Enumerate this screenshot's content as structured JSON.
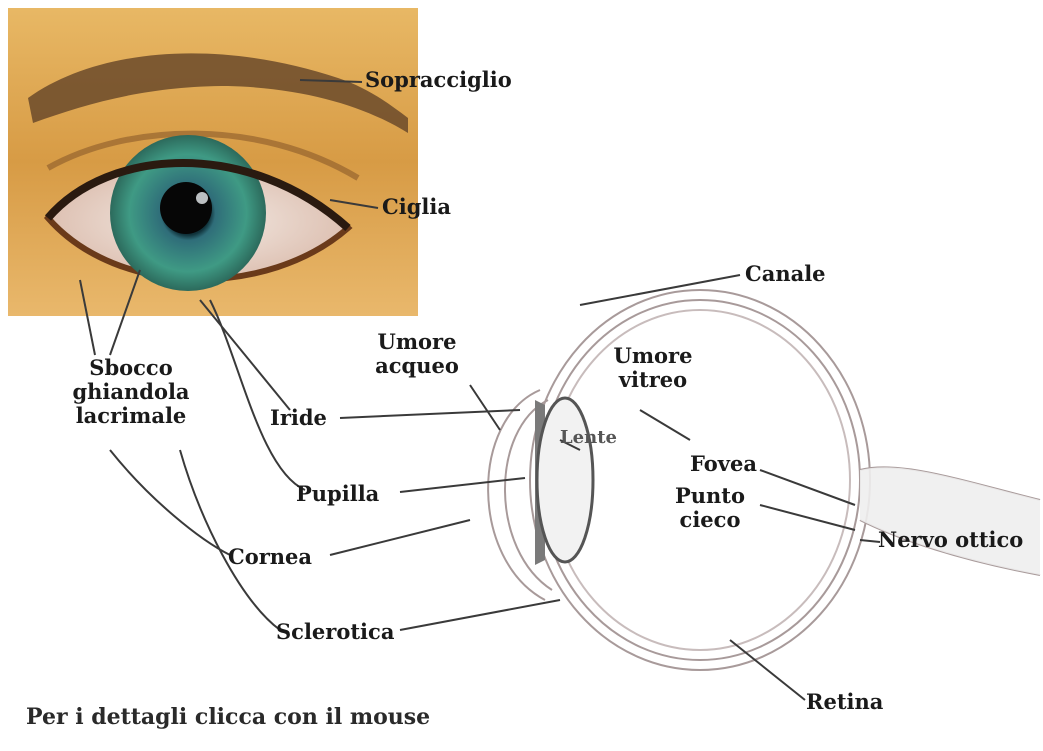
{
  "diagram": {
    "labels": {
      "sopracciglio": "Sopracciglio",
      "ciglia": "Ciglia",
      "canale": "Canale",
      "sbocco": "Sbocco ghiandola lacrimale",
      "umore_acqueo": "Umore acqueo",
      "umore_vitreo": "Umore vitreo",
      "iride": "Iride",
      "lente": "Lente",
      "fovea": "Fovea",
      "punto_cieco": "Punto cieco",
      "nervo_ottico": "Nervo ottico",
      "pupilla": "Pupilla",
      "cornea": "Cornea",
      "sclerotica": "Sclerotica",
      "retina": "Retina"
    },
    "footer": "Per i dettagli clicca con il mouse"
  },
  "colors": {
    "skin": "#d9a24a",
    "iris": "#3f8f7a",
    "line": "#3a3a3a",
    "eyeball_outline": "#a08c8c"
  }
}
